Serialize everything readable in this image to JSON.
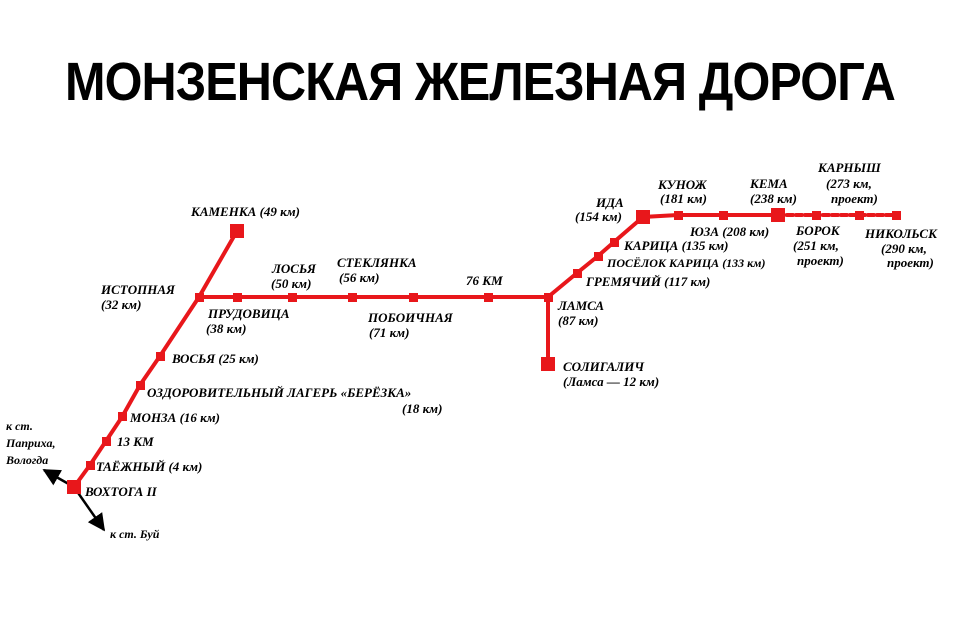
{
  "title": "МОНЗЕНСКАЯ ЖЕЛЕЗНАЯ ДОРОГА",
  "colors": {
    "line": "#e8171b",
    "text": "#000000",
    "background": "#ffffff"
  },
  "directions": {
    "to_vologda": [
      "к ст.",
      "Паприха,",
      "Вологда"
    ],
    "to_bui": "к ст. Буй"
  },
  "stations": {
    "vokhtoga": {
      "name": "ВОХТОГА II"
    },
    "taezhny": {
      "name": "ТАЁЖНЫЙ (4 км)"
    },
    "km13": {
      "name": "13 КМ"
    },
    "monza": {
      "name": "МОНЗА (16 км)"
    },
    "bereзka": {
      "name": "ОЗДОРОВИТЕЛЬНЫЙ ЛАГЕРЬ «БЕРЁЗКА»",
      "km": "(18 км)"
    },
    "vosya": {
      "name": "ВОСЬЯ (25 км)"
    },
    "istopnaya": {
      "name": "ИСТОПНАЯ",
      "km": "(32 км)"
    },
    "kamenka": {
      "name": "КАМЕНКА (49 км)"
    },
    "prudovitsa": {
      "name": "ПРУДОВИЦА",
      "km": "(38 км)"
    },
    "losya": {
      "name": "ЛОСЬЯ",
      "km": "(50 км)"
    },
    "steklyanka": {
      "name": "СТЕКЛЯНКА",
      "km": "(56 км)"
    },
    "poboichnaya": {
      "name": "ПОБОИЧНАЯ",
      "km": "(71 км)"
    },
    "km76": {
      "name": "76 КМ"
    },
    "lamsa": {
      "name": "ЛАМСА",
      "km": "(87 км)"
    },
    "soligalich": {
      "name": "СОЛИГАЛИЧ",
      "km": "(Ламса  —  12 км)"
    },
    "gremyachy": {
      "name": "ГРЕМЯЧИЙ (117 км)"
    },
    "karitsa_pos": {
      "name": "ПОСЁЛОК КАРИЦА (133 км)"
    },
    "karitsa": {
      "name": "КАРИЦА (135 км)"
    },
    "ida": {
      "name": "ИДА",
      "km": "(154 км)"
    },
    "kunozh": {
      "name": "КУНОЖ",
      "km": "(181 км)"
    },
    "yuza": {
      "name": "ЮЗА (208 км)"
    },
    "kema": {
      "name": "КЕМА",
      "km": "(238 км)"
    },
    "borok": {
      "name": "БОРОК",
      "km": "(251 км,",
      "status": "проект)"
    },
    "karnysh": {
      "name": "КАРНЫШ",
      "km": "(273 км,",
      "status": "проект)"
    },
    "nikolsk": {
      "name": "НИКОЛЬСК",
      "km": "(290 км,",
      "status": "проект)"
    }
  }
}
